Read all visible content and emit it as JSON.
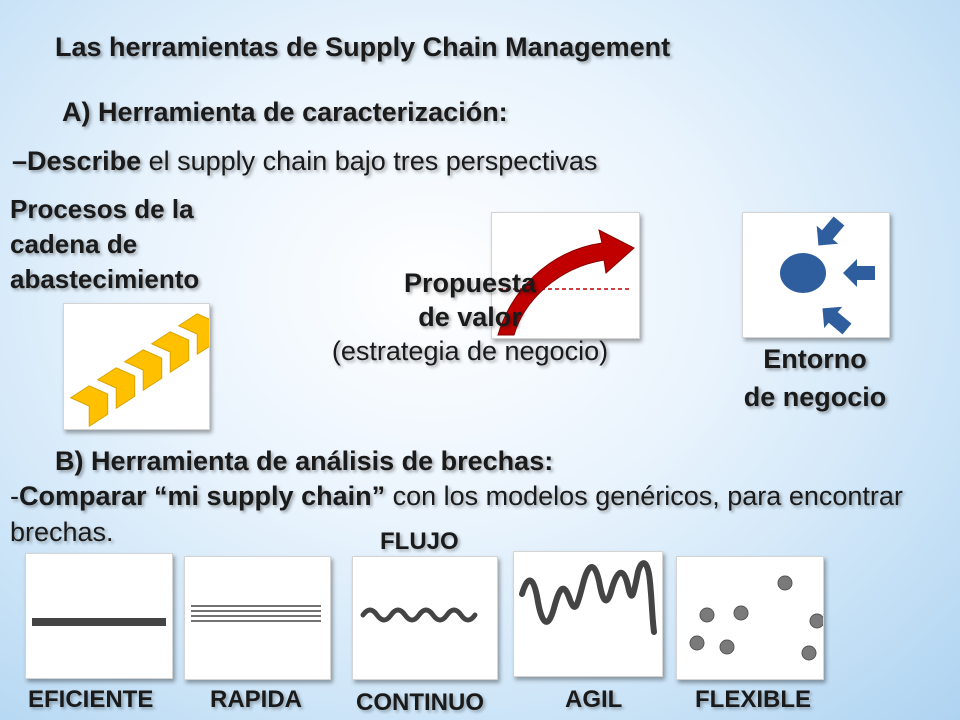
{
  "title": "Las herramientas de Supply Chain Management",
  "section_a": {
    "heading": "A) Herramienta de caracterización:",
    "describe_bold": "–Describe",
    "describe_rest": " el supply chain bajo tres perspectivas",
    "procesos": [
      "Procesos de la",
      "cadena de",
      "abastecimiento"
    ],
    "propuesta": [
      "Propuesta",
      "de valor"
    ],
    "estrategia": "(estrategia de negocio)",
    "entorno": [
      "Entorno",
      "de negocio"
    ]
  },
  "section_b": {
    "heading": "B) Herramienta de análisis de brechas:",
    "dash": "-",
    "compare_bold": "Comparar “mi supply chain”",
    "compare_rest": " con los modelos genéricos, para encontrar brechas.",
    "flujo": "FLUJO",
    "models": [
      "EFICIENTE",
      "RAPIDA",
      "CONTINUO",
      "AGIL",
      "FLEXIBLE"
    ]
  },
  "colors": {
    "chevron": "#ffc000",
    "arrow": "#c00000",
    "entorno_shape": "#2e5e9e",
    "model_stroke": "#444444"
  }
}
